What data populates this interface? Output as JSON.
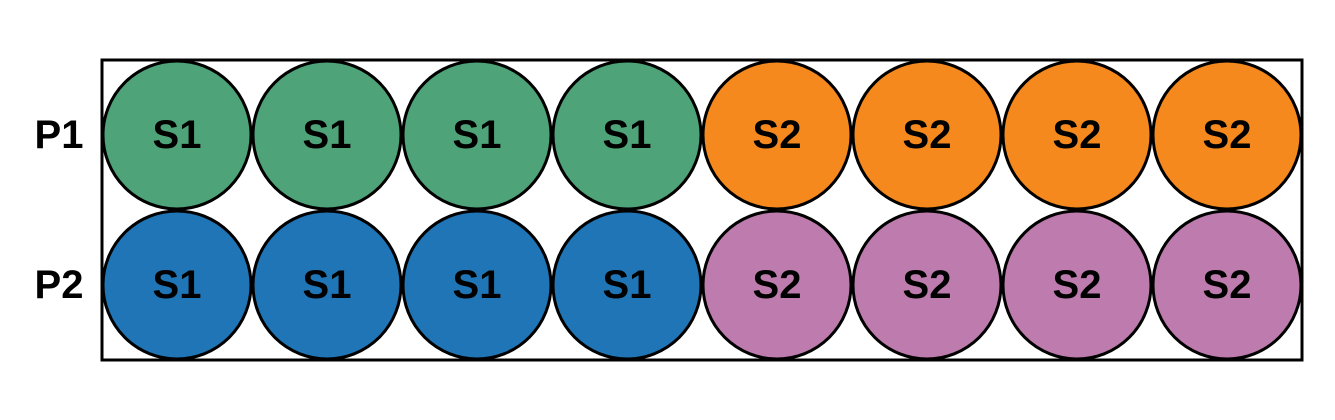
{
  "diagram": {
    "rows": [
      {
        "label": "P1",
        "wells": [
          {
            "label": "S1",
            "color": "#4ea379"
          },
          {
            "label": "S1",
            "color": "#4ea379"
          },
          {
            "label": "S1",
            "color": "#4ea379"
          },
          {
            "label": "S1",
            "color": "#4ea379"
          },
          {
            "label": "S2",
            "color": "#f5891d"
          },
          {
            "label": "S2",
            "color": "#f5891d"
          },
          {
            "label": "S2",
            "color": "#f5891d"
          },
          {
            "label": "S2",
            "color": "#f5891d"
          }
        ]
      },
      {
        "label": "P2",
        "wells": [
          {
            "label": "S1",
            "color": "#1f75b5"
          },
          {
            "label": "S1",
            "color": "#1f75b5"
          },
          {
            "label": "S1",
            "color": "#1f75b5"
          },
          {
            "label": "S1",
            "color": "#1f75b5"
          },
          {
            "label": "S2",
            "color": "#bd7cad"
          },
          {
            "label": "S2",
            "color": "#bd7cad"
          },
          {
            "label": "S2",
            "color": "#bd7cad"
          },
          {
            "label": "S2",
            "color": "#bd7cad"
          }
        ]
      }
    ]
  }
}
